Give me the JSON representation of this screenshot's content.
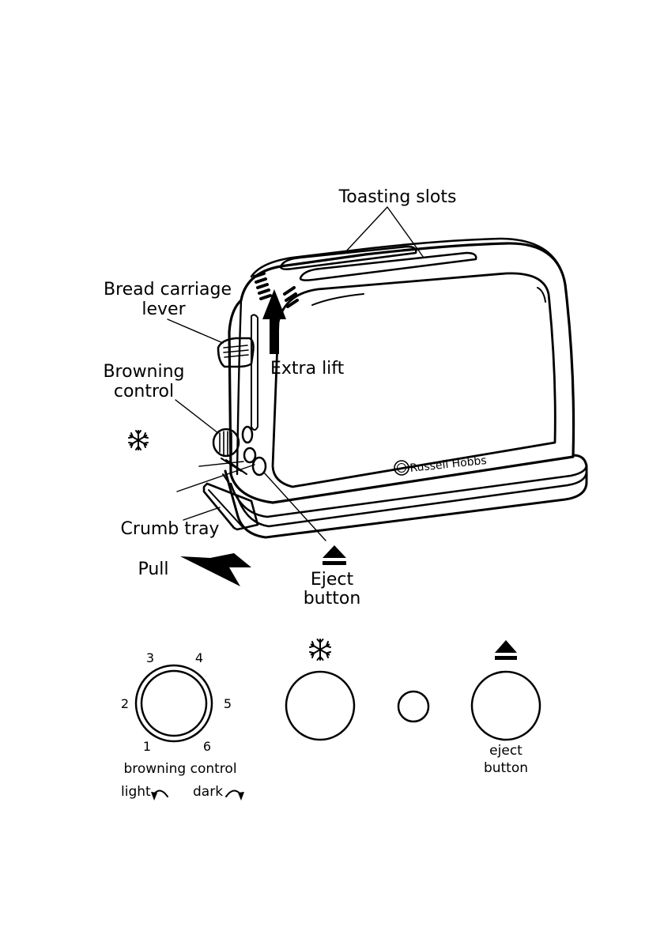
{
  "labels": {
    "toasting_slots": "Toasting slots",
    "bread_carriage_line1": "Bread carriage",
    "bread_carriage_line2": "lever",
    "browning_line1": "Browning",
    "browning_line2": "control",
    "extra_lift": "Extra lift",
    "brand": "Russell Hobbs",
    "crumb_tray": "Crumb tray",
    "pull": "Pull",
    "eject_line1": "Eject",
    "eject_line2": "button"
  },
  "panel": {
    "dial_numbers": {
      "n1": "1",
      "n2": "2",
      "n3": "3",
      "n4": "4",
      "n5": "5",
      "n6": "6"
    },
    "browning_caption": "browning control",
    "light": "light",
    "dark": "dark",
    "eject_line1": "eject",
    "eject_line2": "button"
  },
  "icons": {
    "defrost": "snowflake-icon",
    "eject": "eject-icon"
  }
}
